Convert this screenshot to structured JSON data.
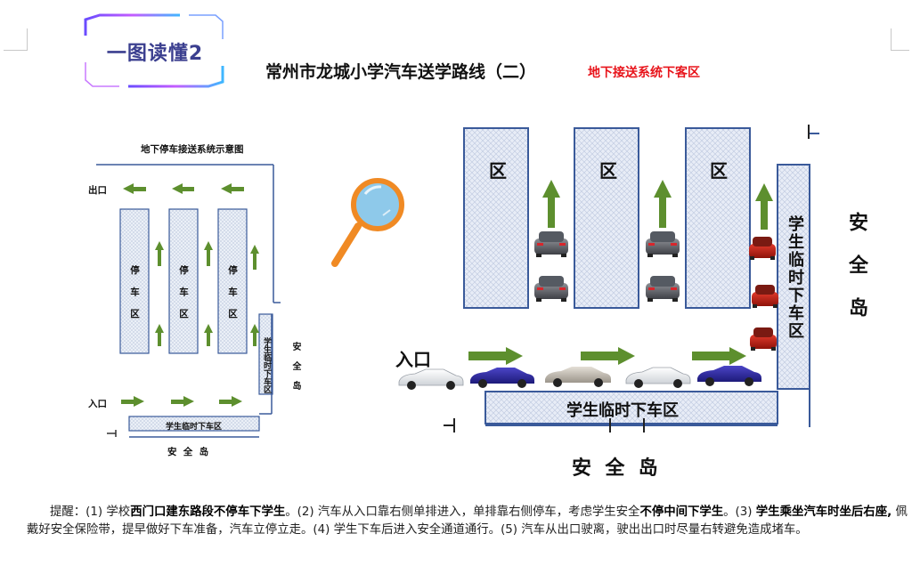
{
  "badge": {
    "text": "一图读懂2"
  },
  "title": {
    "main": "常州市龙城小学汽车送学路线（二）",
    "sub": "地下接送系统下客区"
  },
  "small_diagram": {
    "title": "地下停车接送系统示意图",
    "exit_label": "出口",
    "entrance_label": "入口",
    "parking_label": "停车区",
    "dropoff_bottom_label": "学生临时下车区",
    "dropoff_side_label": "学生临时下车区",
    "safety_island_side": "安全岛",
    "safety_island_bottom": "安  全  岛"
  },
  "large_diagram": {
    "zone_label": "区",
    "entrance_label": "入口",
    "dropoff_bottom_label": "学生临时下车区",
    "dropoff_side_label": "学生临时下车区",
    "safety_island_right": "安全岛",
    "safety_island_bottom": "安  全  岛"
  },
  "reminder": {
    "prefix": "提醒：(1) 学校",
    "b1": "西门口建东路段不停车下学生",
    "t2": "。(2) 汽车从入口靠右侧单排进入，单排靠右侧停车，考虑学生安全",
    "b2": "不停中间下学生",
    "t3": "。(3) ",
    "b3": "学生乘坐汽车时坐后右座,",
    "t4": " 佩戴好安全保险带，提早做好下车准备，汽车立停立走。(4) 学生下车后进入安全通道通行。(5) 汽车从出口驶离，驶出出口时尽量右转避免造成堵车。"
  },
  "colors": {
    "accent_red": "#e8141b",
    "arrow_green": "#5d8f2e",
    "zone_border": "#3a5a9a",
    "zone_fill": "#e6ecf6",
    "magnifier_orange": "#f08a24",
    "magnifier_glass": "#8ec9ea"
  }
}
